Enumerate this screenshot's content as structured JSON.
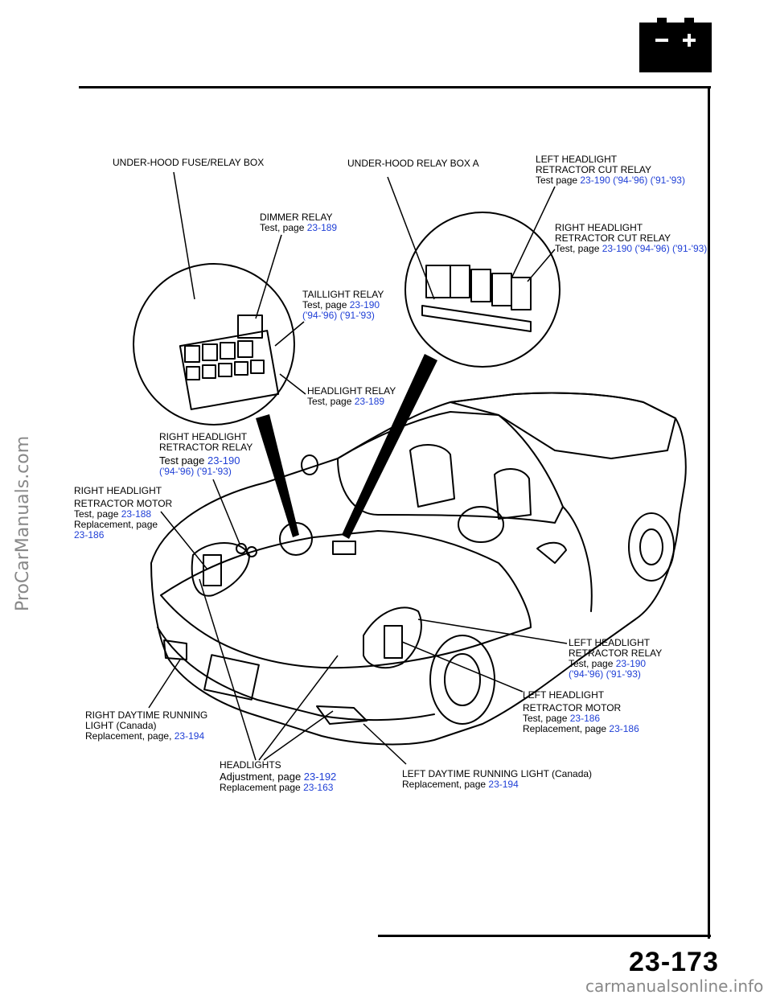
{
  "page": {
    "page_number": "23-173",
    "watermark_side": "ProCarManuals.com",
    "watermark_bottom": "carmanualsonline.info",
    "battery_icon": "battery-icon",
    "link_color": "#1f3fd6"
  },
  "callouts": {
    "underhood_fuse_box": {
      "l1": "UNDER-HOOD FUSE/RELAY BOX"
    },
    "underhood_relay_box_a": {
      "l1": "UNDER-HOOD RELAY BOX A"
    },
    "left_retractor_cut": {
      "l1": "LEFT HEADLIGHT",
      "l2": "RETRACTOR CUT RELAY",
      "l3": "Test page ",
      "ref": "23-190 ('94-'96) ('91-'93)"
    },
    "dimmer_relay": {
      "l1": "DIMMER RELAY",
      "l2": "Test, page ",
      "ref": "23-189"
    },
    "right_retractor_cut": {
      "l1": "RIGHT HEADLIGHT",
      "l2": "RETRACTOR CUT RELAY",
      "l3": "Test, page ",
      "ref": "23-190 ('94-'96) ('91-'93)"
    },
    "taillight_relay": {
      "l1": "TAILLIGHT RELAY",
      "l2": "Test, page ",
      "ref": "23-190",
      "ref2": "('94-'96) ('91-'93)"
    },
    "headlight_relay": {
      "l1": "HEADLIGHT RELAY",
      "l2": "Test, page ",
      "ref": "23-189"
    },
    "right_retractor_relay": {
      "l1": "RIGHT HEADLIGHT",
      "l2": "RETRACTOR RELAY",
      "l3": "Test page ",
      "ref": "23-190",
      "ref2": "('94-'96) ('91-'93)"
    },
    "right_retractor_motor": {
      "l1": "RIGHT HEADLIGHT",
      "l2": "RETRACTOR MOTOR",
      "l3": "Test, page ",
      "ref": "23-188",
      "l4": "Replacement, page",
      "ref2": "23-186"
    },
    "left_retractor_relay": {
      "l1": "LEFT HEADLIGHT",
      "l2": "RETRACTOR RELAY",
      "l3": "Test, page ",
      "ref": "23-190",
      "ref2": "('94-'96) ('91-'93)"
    },
    "left_retractor_motor": {
      "l1": "LEFT HEADLIGHT",
      "l2": "RETRACTOR MOTOR",
      "l3": "Test, page ",
      "ref": "23-186",
      "l4": "Replacement, page ",
      "ref2": "23-186"
    },
    "right_drl": {
      "l1": "RIGHT DAYTIME RUNNING",
      "l2": "LIGHT (Canada)",
      "l3": "Replacement, page, ",
      "ref": "23-194"
    },
    "headlights": {
      "l1": "HEADLIGHTS",
      "l2": "Adjustment, page ",
      "ref": "23-192",
      "l3": "Replacement page ",
      "ref2": "23-163"
    },
    "left_drl": {
      "l1": "LEFT DAYTIME RUNNING LIGHT (Canada)",
      "l2": "Replacement, page ",
      "ref": "23-194"
    }
  }
}
